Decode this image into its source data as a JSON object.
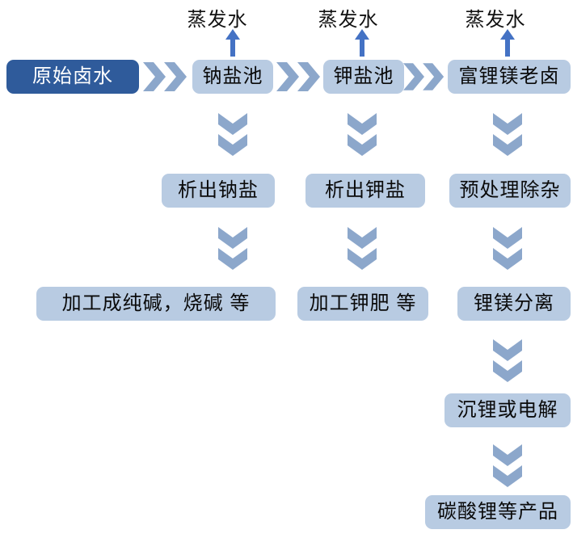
{
  "colors": {
    "background": "#ffffff",
    "start_bg": "#2f5b9b",
    "start_text": "#ffffff",
    "node_bg": "#b8cbe2",
    "node_text": "#0a0a0a",
    "flow_arrow": "#8ca7cb",
    "evap_arrow": "#4472c4",
    "label_text": "#111111"
  },
  "evaporation": {
    "labels": [
      "蒸发水",
      "蒸发水",
      "蒸发水"
    ]
  },
  "nodes": {
    "start": "原始卤水",
    "sodium_pond": "钠盐池",
    "potassium_pond": "钾盐池",
    "old_brine": "富锂镁老卤",
    "precipitate_sodium": "析出钠盐",
    "precipitate_potassium": "析出钾盐",
    "pretreatment": "预处理除杂",
    "process_soda": "加工成纯碱，烧碱 等",
    "process_potash": "加工钾肥 等",
    "li_mg_separation": "锂镁分离",
    "li_precipitation": "沉锂或电解",
    "li_carbonate": "碳酸锂等产品"
  }
}
